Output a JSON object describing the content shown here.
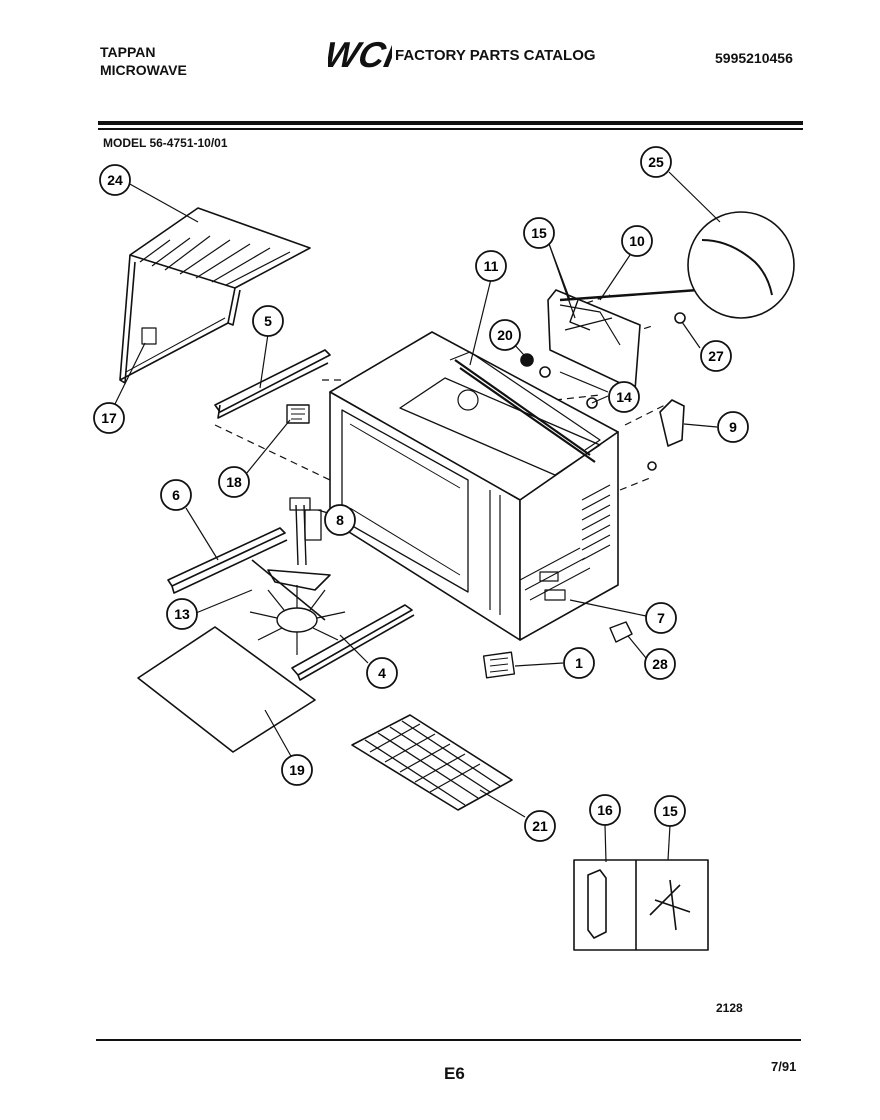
{
  "header": {
    "brand_line1": "TAPPAN",
    "brand_line2": "MICROWAVE",
    "logo_text": "WCI",
    "catalog_title": "FACTORY PARTS CATALOG",
    "catalog_number": "5995210456"
  },
  "model_label": "MODEL 56-4751-10/01",
  "callouts": [
    "24",
    "17",
    "5",
    "18",
    "6",
    "8",
    "13",
    "19",
    "4",
    "21",
    "11",
    "15",
    "10",
    "25",
    "20",
    "14",
    "27",
    "9",
    "7",
    "1",
    "28",
    "16",
    "15"
  ],
  "footer": {
    "code": "2128",
    "page": "E6",
    "date": "7/91"
  }
}
